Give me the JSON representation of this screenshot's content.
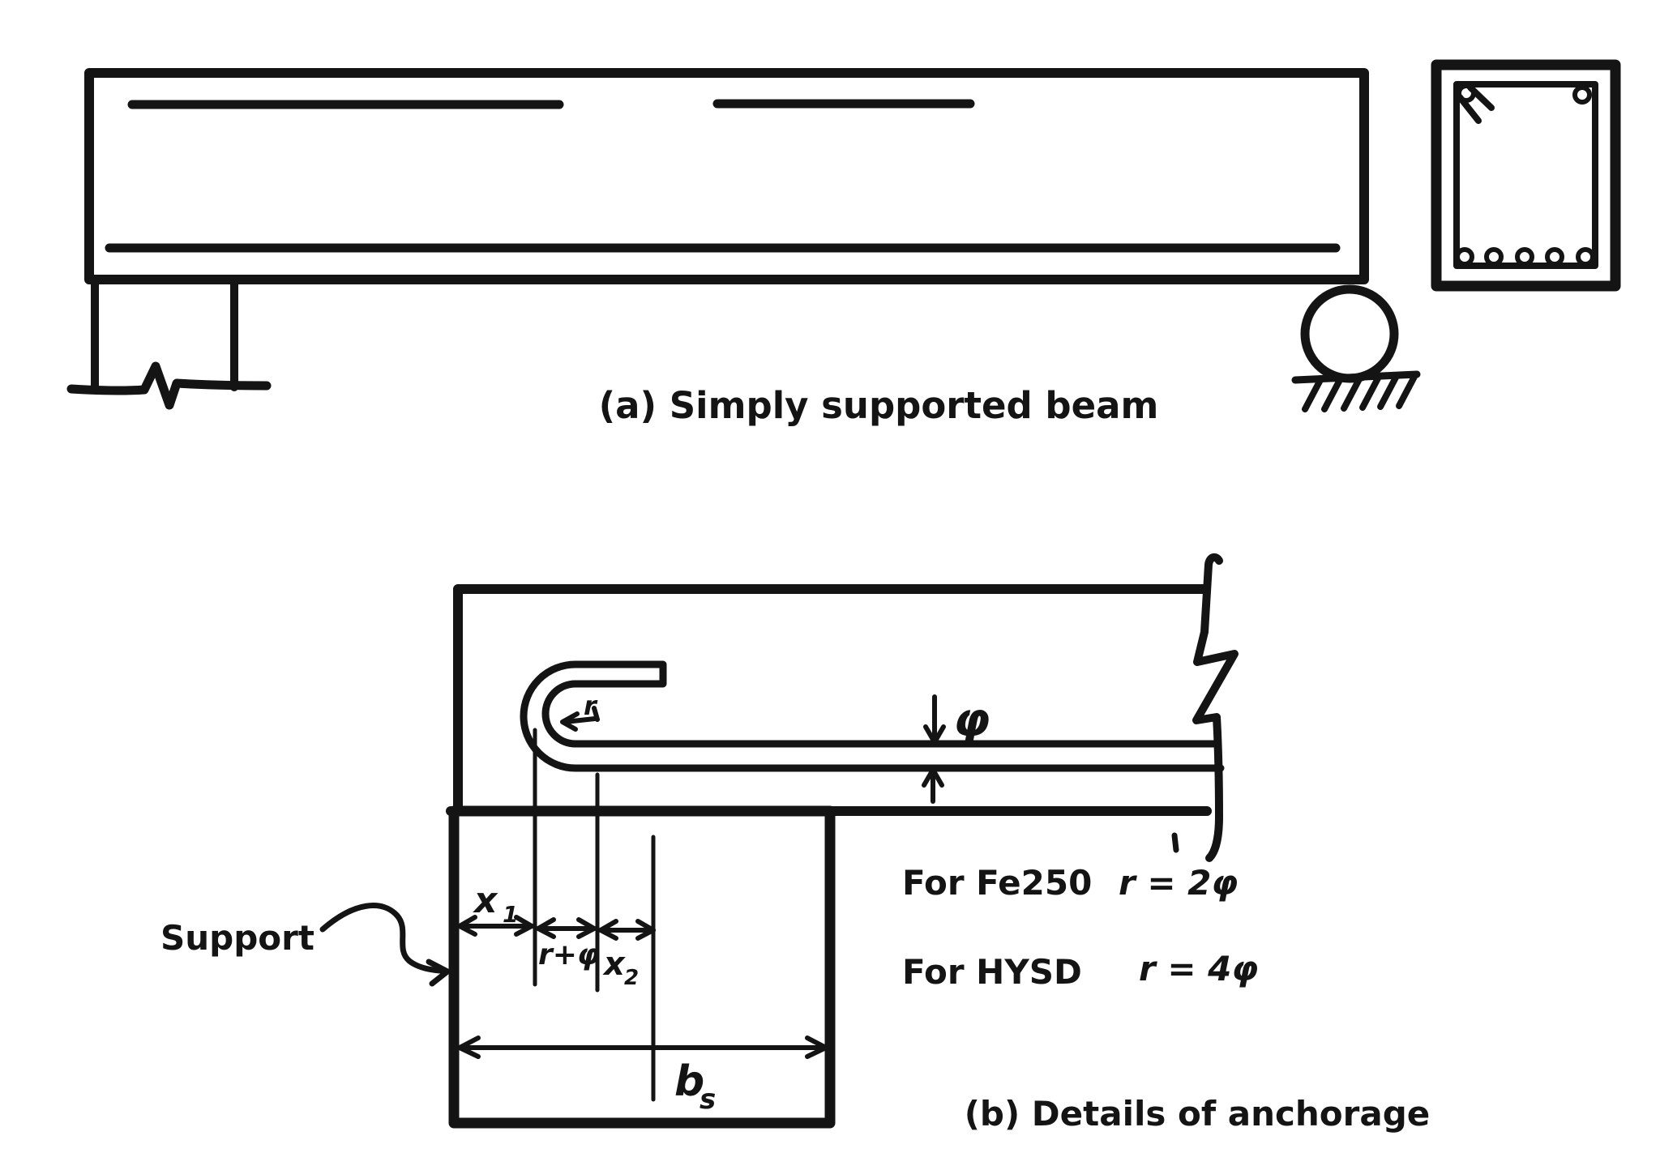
{
  "figure": {
    "background": "#ffffff",
    "ink_color": "#141414",
    "support_fill": "#e4e4e4"
  },
  "part_a": {
    "caption": "(a) Simply supported beam"
  },
  "part_b": {
    "caption": "(b) Details of anchorage",
    "support_label": "Support",
    "labels": {
      "x1_base": "x",
      "x1_sub": "1",
      "r_plus_phi": "r+φ",
      "x2_base": "x",
      "x2_sub": "2",
      "bs_base": "b",
      "bs_sub": "s",
      "phi": "φ",
      "bend_radius": "r"
    },
    "notes": [
      {
        "label": "For Fe250",
        "eq": "r = 2φ"
      },
      {
        "label": "For HYSD",
        "eq": "r = 4φ"
      }
    ]
  }
}
